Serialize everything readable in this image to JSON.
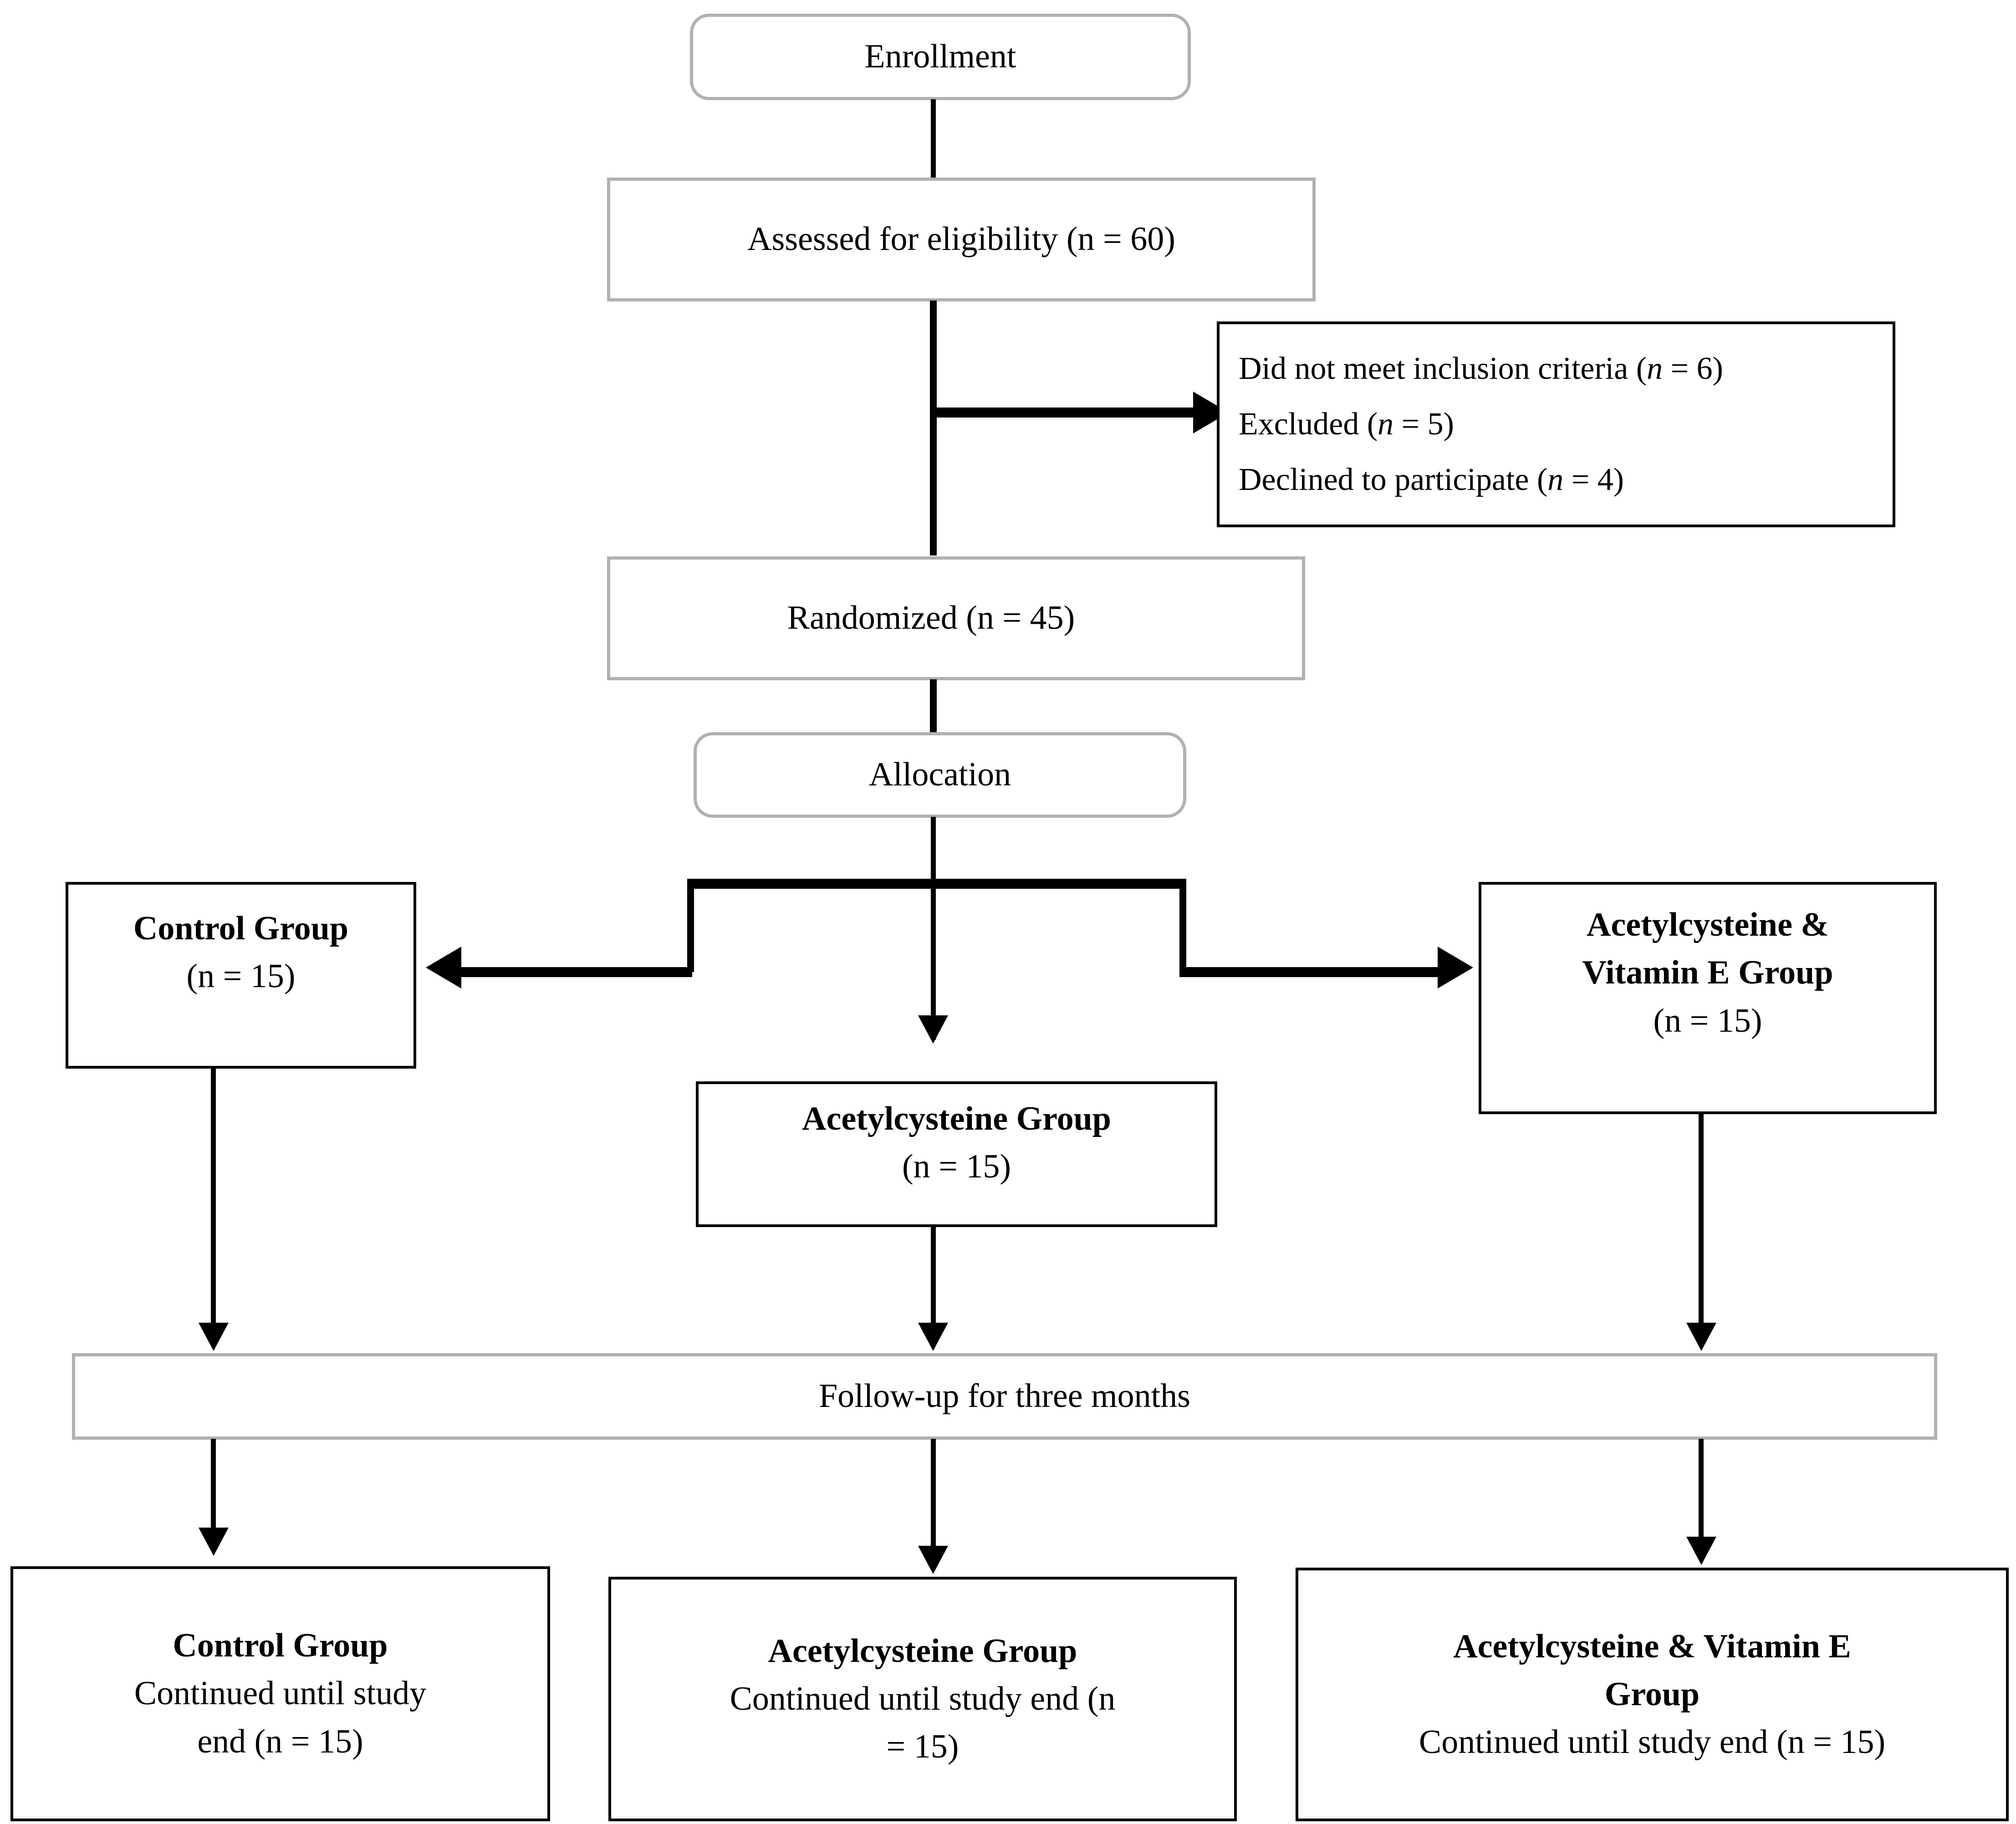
{
  "diagram": {
    "title": "CONSORT participant flow diagram",
    "stages": {
      "enrollment": "Enrollment",
      "allocation": "Allocation",
      "followup": "Follow-up for three months"
    },
    "nodes": {
      "assessed": "Assessed for eligibility (n = 60)",
      "randomized": "Randomized (n = 45)",
      "exclusions": [
        {
          "reason": "Did not meet inclusion criteria (",
          "var": "n",
          "count": " = 6)"
        },
        {
          "reason": "Excluded (",
          "var": "n",
          "count": " = 5)"
        },
        {
          "reason": "Declined to participate (",
          "var": "n",
          "count": " = 4)"
        }
      ],
      "alloc_control": {
        "title": "Control Group",
        "count": "(n = 15)"
      },
      "alloc_nac": {
        "title": "Acetylcysteine Group",
        "count": "(n = 15)"
      },
      "alloc_nac_vite": {
        "title_line1": "Acetylcysteine &",
        "title_line2": "Vitamin E Group",
        "count": "(n = 15)"
      },
      "final_control": {
        "title": "Control Group",
        "detail_line1": "Continued until study",
        "detail_line2": "end (n = 15)"
      },
      "final_nac": {
        "title": "Acetylcysteine Group",
        "detail_line1": "Continued until study end (n",
        "detail_line2": "= 15)"
      },
      "final_nac_vite": {
        "title_line1": "Acetylcysteine & Vitamin E",
        "title_line2": "Group",
        "detail_line1": "Continued until study end (n = 15)"
      }
    },
    "colors": {
      "stage_border": "#b3b0ad",
      "node_border": "#000000",
      "connector": "#000000",
      "background": "#ffffff"
    }
  }
}
